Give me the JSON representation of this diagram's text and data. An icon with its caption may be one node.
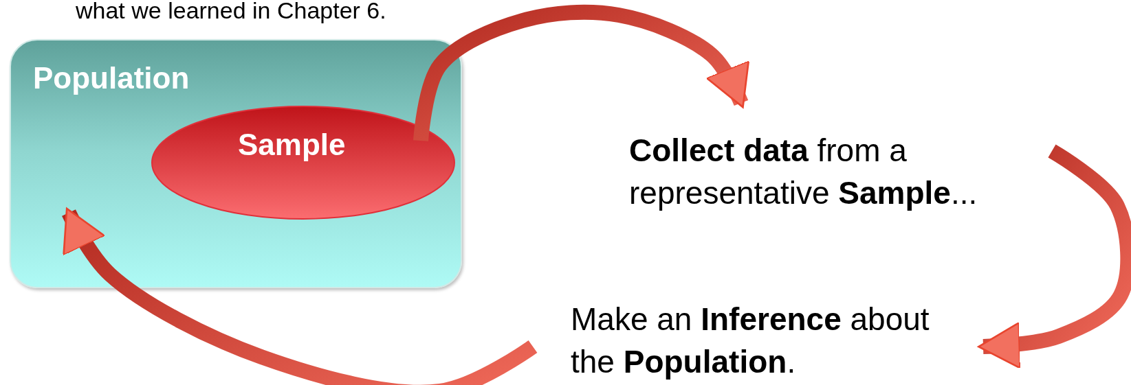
{
  "diagram": {
    "nodes": [
      {
        "text": [
          "Population"
        ]
      },
      {
        "text": [
          "Sample"
        ],
        "in": 0
      },
      {
        "text": [
          "**Collect data** from a representative **Sample**..."
        ]
      },
      {
        "text": [
          "Make an **Inference** about the **Population**."
        ]
      }
    ],
    "edges": [
      {
        "from": 1,
        "to": 2,
        "arrow": "to",
        "style": "thick"
      },
      {
        "from": 2,
        "to": 3,
        "arrow": "to",
        "style": "thick"
      },
      {
        "from": 3,
        "to": 0,
        "arrow": "to",
        "style": "thick"
      }
    ],
    "labels": [
      "what we learned in Chapter 6."
    ]
  }
}
